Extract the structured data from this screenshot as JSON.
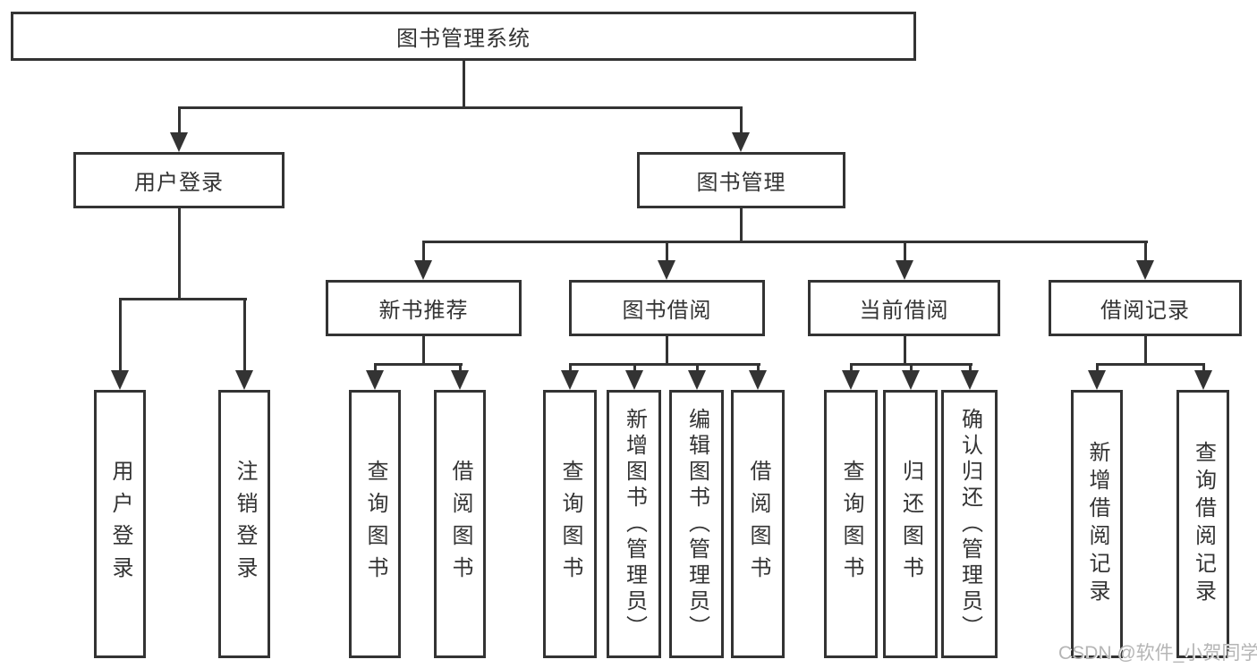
{
  "nodes": {
    "root": {
      "label": "图书管理系统"
    },
    "user_login": {
      "label": "用户登录"
    },
    "book_management": {
      "label": "图书管理"
    },
    "new_book_recommend": {
      "label": "新书推荐"
    },
    "book_borrowing": {
      "label": "图书借阅"
    },
    "current_borrowing": {
      "label": "当前借阅"
    },
    "borrowing_records": {
      "label": "借阅记录"
    },
    "leaves": [
      {
        "label": "用户登录"
      },
      {
        "label": "注销登录"
      },
      {
        "label": "查询图书"
      },
      {
        "label": "借阅图书"
      },
      {
        "label": "查询图书"
      },
      {
        "label": "新增图书（管理员）"
      },
      {
        "label": "编辑图书（管理员）"
      },
      {
        "label": "借阅图书"
      },
      {
        "label": "查询图书"
      },
      {
        "label": "归还图书"
      },
      {
        "label": "确认归还（管理员）"
      },
      {
        "label": "新增借阅记录"
      },
      {
        "label": "查询借阅记录"
      }
    ]
  },
  "watermark": {
    "text": "CSDN @软件_小贺同学"
  },
  "colors": {
    "line": "#333333",
    "text": "#333333",
    "background": "#ffffff",
    "watermark": "#b5b5b5"
  }
}
